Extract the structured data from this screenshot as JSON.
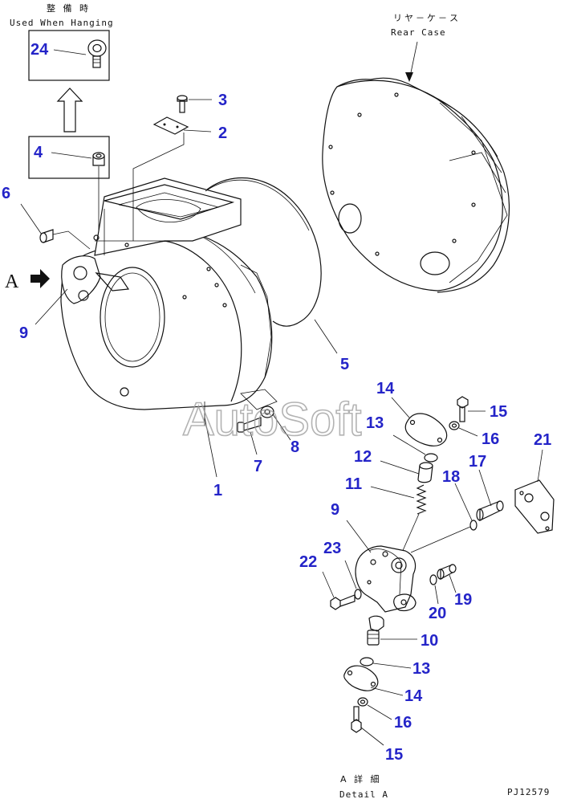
{
  "captions": {
    "hanging_jp": "整 備 時",
    "hanging_en": "Used When Hanging",
    "rear_case_jp": "リヤ－ケ－ス",
    "rear_case_en": "Rear Case",
    "detail_jp": "A  詳 細",
    "detail_en": "Detail A",
    "view_marker": "A",
    "drawing_code": "PJ12579",
    "watermark": "AutoSoft"
  },
  "part_numbers": {
    "p24": "24",
    "p4": "4",
    "p3": "3",
    "p2": "2",
    "p6": "6",
    "p9_main": "9",
    "p5": "5",
    "p1": "1",
    "p7": "7",
    "p8": "8",
    "p14_top": "14",
    "p13_top": "13",
    "p12": "12",
    "p11": "11",
    "p9_detail": "9",
    "p15_top": "15",
    "p16_top": "16",
    "p17": "17",
    "p18": "18",
    "p21": "21",
    "p23": "23",
    "p22": "22",
    "p20": "20",
    "p19": "19",
    "p10": "10",
    "p13_bottom": "13",
    "p14_bottom": "14",
    "p16_bottom": "16",
    "p15_bottom": "15"
  },
  "colors": {
    "part_number": "#2424c8",
    "line": "#111111",
    "watermark": "#9a9a9a"
  }
}
